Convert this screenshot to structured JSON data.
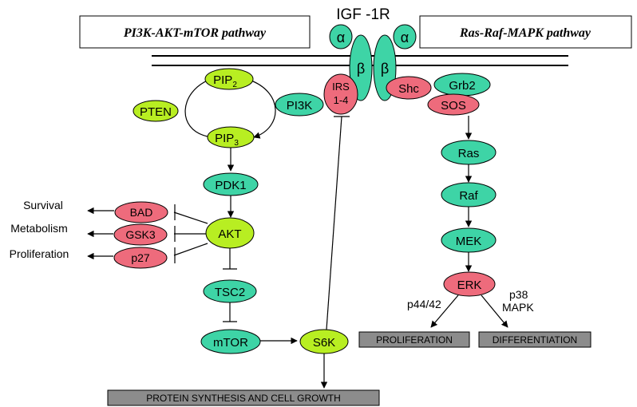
{
  "receptor": {
    "title": "IGF -1R",
    "alpha": "α",
    "beta": "β"
  },
  "boxes": {
    "left": "PI3K-AKT-mTOR pathway",
    "right": "Ras-Raf-MAPK pathway"
  },
  "nodes": {
    "pip2": "PIP",
    "pip2_sub": "2",
    "pip3": "PIP",
    "pip3_sub": "3",
    "pten": "PTEN",
    "pi3k": "PI3K",
    "irs_line1": "IRS",
    "irs_line2": "1-4",
    "shc": "Shc",
    "grb2": "Grb2",
    "sos": "SOS",
    "ras": "Ras",
    "raf": "Raf",
    "mek": "MEK",
    "erk": "ERK",
    "pdk1": "PDK1",
    "akt": "AKT",
    "bad": "BAD",
    "gsk3": "GSK3",
    "p27": "p27",
    "tsc2": "TSC2",
    "mtor": "mTOR",
    "s6k": "S6K"
  },
  "outcomes": {
    "survival": "Survival",
    "metabolism": "Metabolism",
    "proliferation": "Proliferation"
  },
  "labels": {
    "p4442": "p44/42",
    "p38_line1": "p38",
    "p38_line2": "MAPK"
  },
  "result_boxes": {
    "proliferation": "PROLIFERATION",
    "differentiation": "DIFFERENTIATION",
    "protein": "PROTEIN SYNTHESIS AND CELL GROWTH"
  },
  "colors": {
    "lime": "#b8ee22",
    "teal": "#3ed4a6",
    "pink": "#ee6b7c",
    "gray": "#8c8c8c"
  }
}
